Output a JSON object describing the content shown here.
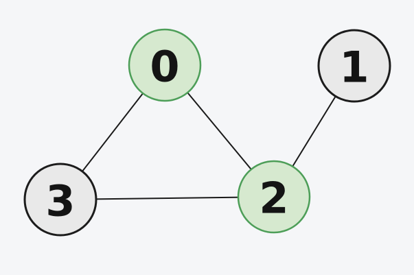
{
  "colors": {
    "background": "#f5f6f8",
    "edge": "#1a1a1a",
    "node_highlight_fill": "#d6e9cf",
    "node_highlight_stroke": "#4d9e58",
    "node_default_fill": "#e9e9e9",
    "node_default_stroke": "#1c1c1c",
    "label": "#141414"
  },
  "graph": {
    "nodes": [
      {
        "id": "0",
        "label": "0",
        "highlighted": true
      },
      {
        "id": "1",
        "label": "1",
        "highlighted": false
      },
      {
        "id": "2",
        "label": "2",
        "highlighted": true
      },
      {
        "id": "3",
        "label": "3",
        "highlighted": false
      }
    ],
    "edges": [
      {
        "from": "0",
        "to": "3"
      },
      {
        "from": "0",
        "to": "2"
      },
      {
        "from": "3",
        "to": "2"
      },
      {
        "from": "2",
        "to": "1"
      }
    ]
  }
}
